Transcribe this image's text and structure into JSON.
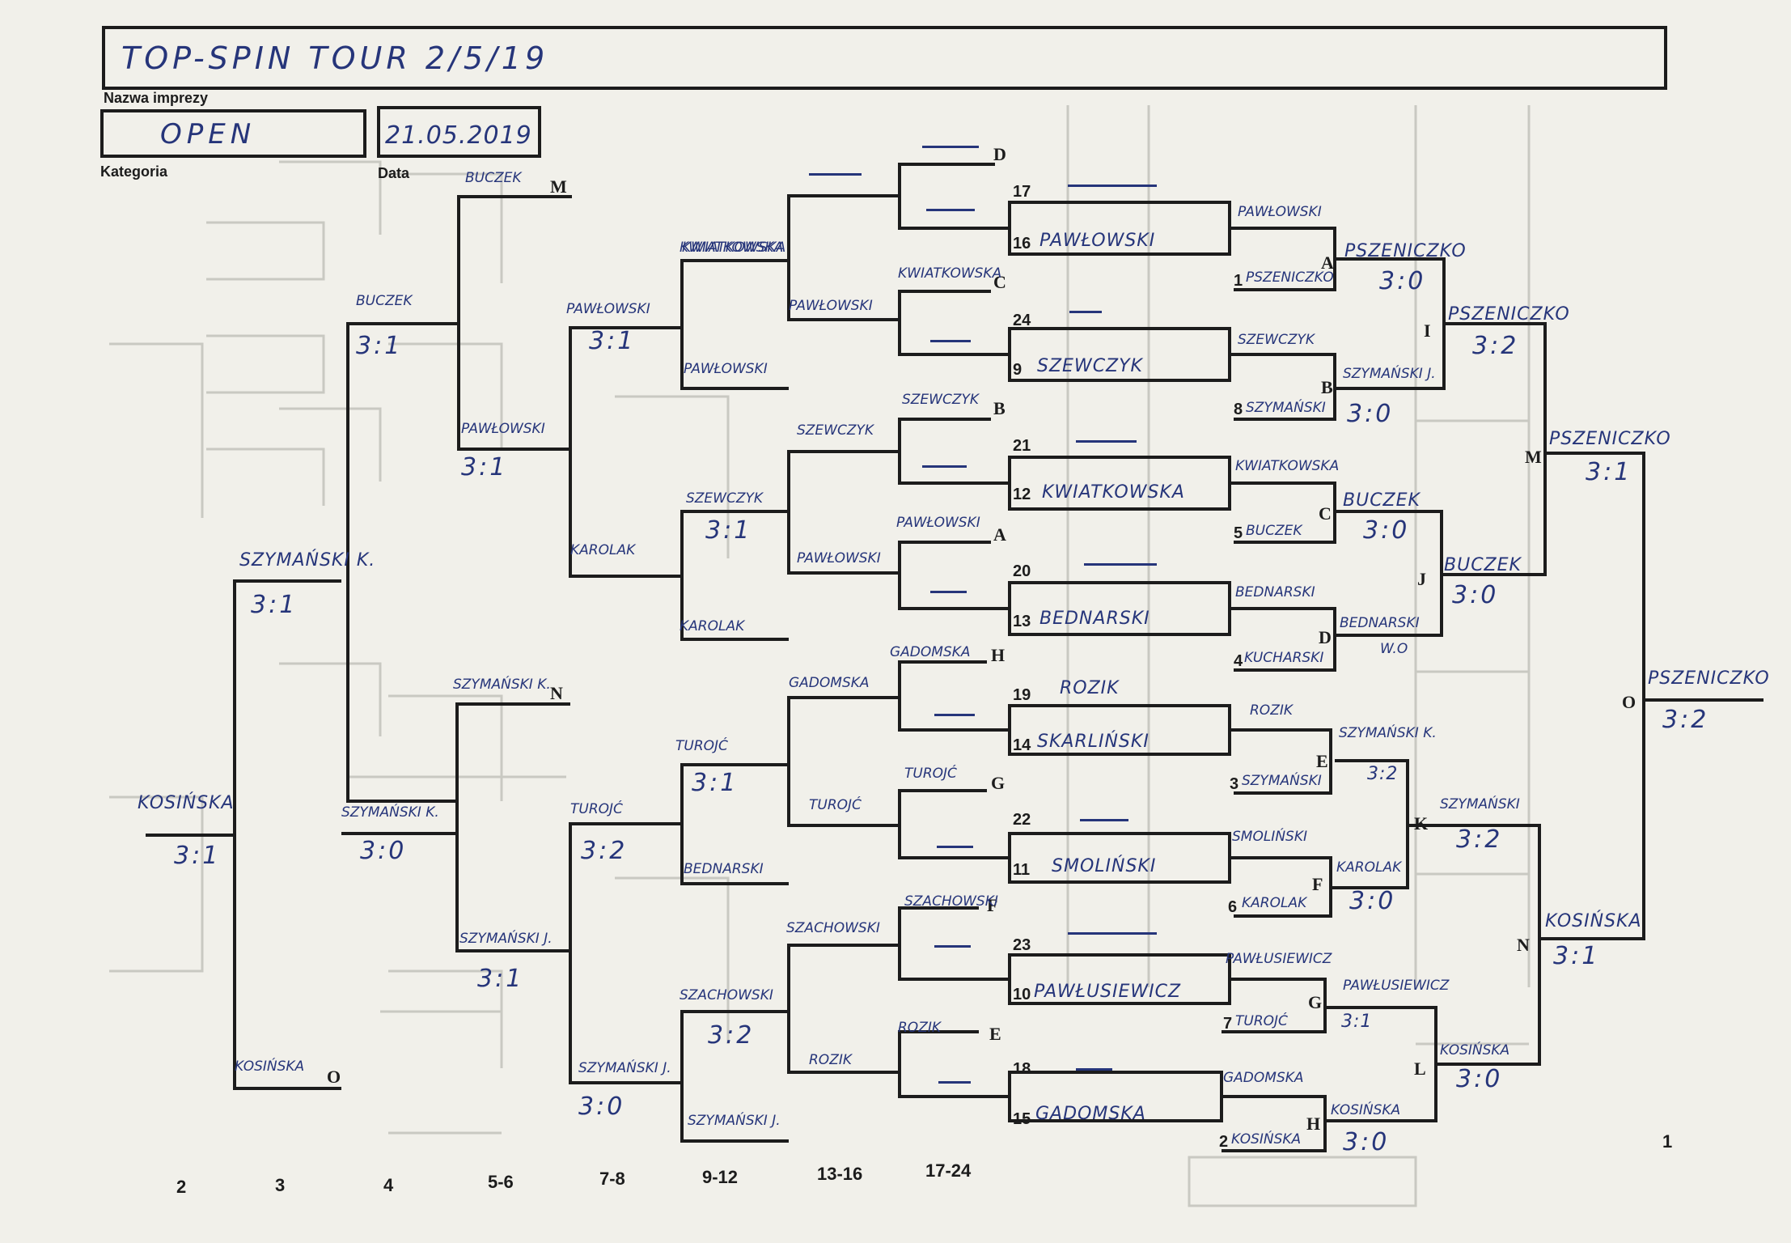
{
  "header": {
    "event_value": "TOP-SPIN TOUR  2/5/19",
    "event_label": "Nazwa imprezy",
    "category_value": "OPEN",
    "category_label": "Kategoria",
    "date_value": "21.05.2019",
    "date_label": "Data"
  },
  "colors": {
    "ink": "#26357a",
    "line": "#1c1c1c",
    "paper": "#f1f0ea",
    "bleed": "#c9c9c2"
  },
  "columns": [
    "2",
    "3",
    "4",
    "5-6",
    "7-8",
    "9-12",
    "13-16",
    "17-24",
    "1"
  ],
  "seeds": [
    {
      "n": "17",
      "name": ""
    },
    {
      "n": "16",
      "name": "PAWŁOWSKI"
    },
    {
      "n": "1",
      "name": "PSZENICZKO"
    },
    {
      "n": "24",
      "name": ""
    },
    {
      "n": "9",
      "name": "SZEWCZYK"
    },
    {
      "n": "8",
      "name": "SZYMAŃSKI"
    },
    {
      "n": "21",
      "name": ""
    },
    {
      "n": "12",
      "name": "KWIATKOWSKA"
    },
    {
      "n": "5",
      "name": "BUCZEK"
    },
    {
      "n": "20",
      "name": ""
    },
    {
      "n": "13",
      "name": "BEDNARSKI"
    },
    {
      "n": "4",
      "name": "KUCHARSKI"
    },
    {
      "n": "19",
      "name": "ROZIK"
    },
    {
      "n": "14",
      "name": "SKARLIŃSKI"
    },
    {
      "n": "3",
      "name": "SZYMAŃSKI"
    },
    {
      "n": "22",
      "name": ""
    },
    {
      "n": "11",
      "name": "SMOLIŃSKI"
    },
    {
      "n": "6",
      "name": "KAROLAK"
    },
    {
      "n": "23",
      "name": ""
    },
    {
      "n": "10",
      "name": "PAWŁUSIEWICZ"
    },
    {
      "n": "7",
      "name": "TUROJĆ"
    },
    {
      "n": "18",
      "name": ""
    },
    {
      "n": "15",
      "name": "GADOMSKA"
    },
    {
      "n": "2",
      "name": "KOSIŃSKA"
    }
  ],
  "main": {
    "A": {
      "letter": "A",
      "winner": "PSZENICZKO",
      "score": "3:0"
    },
    "B": {
      "letter": "B",
      "winner": "SZYMAŃSKI J.",
      "score": "3:0"
    },
    "C": {
      "letter": "C",
      "winner": "BUCZEK",
      "score": "3:0"
    },
    "D": {
      "letter": "D",
      "winner": "BEDNARSKI",
      "score": "W.O"
    },
    "E": {
      "letter": "E",
      "winner": "SZYMAŃSKI K.",
      "score": "3:2"
    },
    "F": {
      "letter": "F",
      "winner": "KAROLAK",
      "score": "3:0"
    },
    "G": {
      "letter": "G",
      "winner": "PAWŁUSIEWICZ",
      "score": "3:1"
    },
    "H": {
      "letter": "H",
      "winner": "KOSIŃSKA",
      "score": "3:0"
    },
    "I": {
      "letter": "I",
      "winner": "PSZENICZKO",
      "score": "3:2"
    },
    "J": {
      "letter": "J",
      "winner": "BUCZEK",
      "score": "3:0"
    },
    "K": {
      "letter": "K",
      "winner": "SZYMAŃSKI",
      "score": "3:2"
    },
    "L": {
      "letter": "L",
      "winner": "KOSIŃSKA",
      "score": "3:0"
    },
    "M": {
      "letter": "M",
      "winner": "PSZENICZKO",
      "score": "3:1"
    },
    "N": {
      "letter": "N",
      "winner": "KOSIŃSKA",
      "score": "3:1"
    },
    "O": {
      "letter": "O",
      "winner": "PSZENICZKO",
      "score": "3:2"
    }
  },
  "r1": {
    "w17_16": "PAWŁOWSKI",
    "w24_9": "SZEWCZYK",
    "w21_12": "KWIATKOWSKA",
    "w20_13": "BEDNARSKI",
    "w19_14": "ROZIK",
    "w22_11": "SMOLIŃSKI",
    "w23_10": "PAWŁUSIEWICZ",
    "w18_15": "GADOMSKA"
  },
  "cons": {
    "D": {
      "letter": "D",
      "name": ""
    },
    "C": {
      "letter": "C",
      "name": "KWIATKOWSKA"
    },
    "B": {
      "letter": "B",
      "name": "SZEWCZYK"
    },
    "A": {
      "letter": "A",
      "name": "PAWŁOWSKI"
    },
    "H": {
      "letter": "H",
      "name": "GADOMSKA"
    },
    "G": {
      "letter": "G",
      "name": "TUROJĆ"
    },
    "F": {
      "letter": "F",
      "name": "SZACHOWSKI"
    },
    "E": {
      "letter": "E",
      "name": "ROZIK"
    },
    "p1": "KWIATKOWSKA",
    "p2": "SZEWCZYK",
    "p3": "PAWŁOWSKI",
    "p4": "GADOMSKA",
    "p5": "TUROJĆ",
    "p6": "SZACHOWSKI",
    "p7": "ROZIK",
    "q1": "KWIATKOWSKA",
    "q2": "PAWŁOWSKI",
    "q3": "SZEWCZYK",
    "q4": "KAROLAK",
    "q5": "TUROJĆ",
    "q6": "BEDNARSKI",
    "q7": "SZACHOWSKI",
    "q8": "SZYMAŃSKI J.",
    "q5_score": "3:1",
    "q6_score": "3:1",
    "q7_score": "3:2",
    "s1": "PAWŁOWSKI",
    "s1_score": "3:1",
    "s2": "KAROLAK",
    "s3": "TUROJĆ",
    "s3_score": "3:2",
    "s4": "SZYMAŃSKI J.",
    "s4_score": "3:0",
    "M": {
      "letter": "M",
      "name": "BUCZEK"
    },
    "N": {
      "letter": "N",
      "name": "SZYMAŃSKI K."
    },
    "m_score": "3:1",
    "n1": "PAWŁOWSKI",
    "n1_score": "3:1",
    "n2": "SZYMAŃSKI J.",
    "n2_score": "3:1",
    "t1": "SZYMAŃSKI K.",
    "t1_score": "3:1",
    "t2": "SZYMAŃSKI K.",
    "t2_score": "3:0",
    "final": "KOSIŃSKA",
    "final_score": "3:1",
    "final_letter": "O",
    "final_loser": "KOSIŃSKA"
  }
}
